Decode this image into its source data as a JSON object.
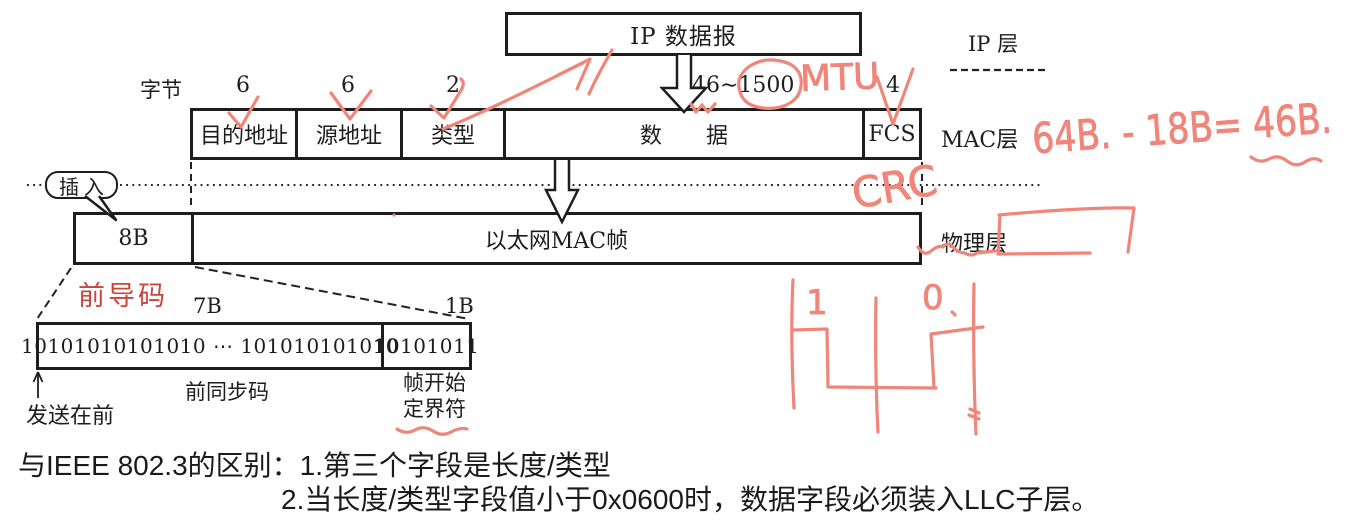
{
  "colors": {
    "ink": "#f0857a",
    "printed_red": "#c8463c",
    "black": "#1d1d1d"
  },
  "ip_layer": {
    "datagram_box": "IP 数据报",
    "layer_label": "IP 层"
  },
  "mac_layer": {
    "byte_unit_label": "字节",
    "layer_label": "MAC层",
    "fields": [
      {
        "label": "目的地址",
        "bytes": "6"
      },
      {
        "label": "源地址",
        "bytes": "6"
      },
      {
        "label": "类型",
        "bytes": "2"
      },
      {
        "label": "数　　据",
        "bytes": "46∼1500"
      },
      {
        "label": "FCS",
        "bytes": "4"
      }
    ]
  },
  "physical_layer": {
    "insert_callout": "插入",
    "preamble_size": "8B",
    "frame_box": "以太网MAC帧",
    "layer_label": "物理层"
  },
  "preamble_detail": {
    "title": "前导码",
    "sync_size": "7B",
    "sfd_size": "1B",
    "sync_bits": "10101010101010 ⋯ 101010101010",
    "sfd_bits": "10101011",
    "sync_caption": "前同步码",
    "sfd_caption_line1": "帧开始",
    "sfd_caption_line2": "定界符",
    "send_first": "发送在前"
  },
  "handwritten": {
    "mtu": "MTU",
    "crc": "CRC",
    "byte_calc": "64B. - 18B= 46B.",
    "bit_one": "1",
    "bit_zero": "0"
  },
  "notes": {
    "line1": "与IEEE 802.3的区别：1.第三个字段是长度/类型",
    "line2": "2.当长度/类型字段值小于0x0600时，数据字段必须装入LLC子层。"
  }
}
